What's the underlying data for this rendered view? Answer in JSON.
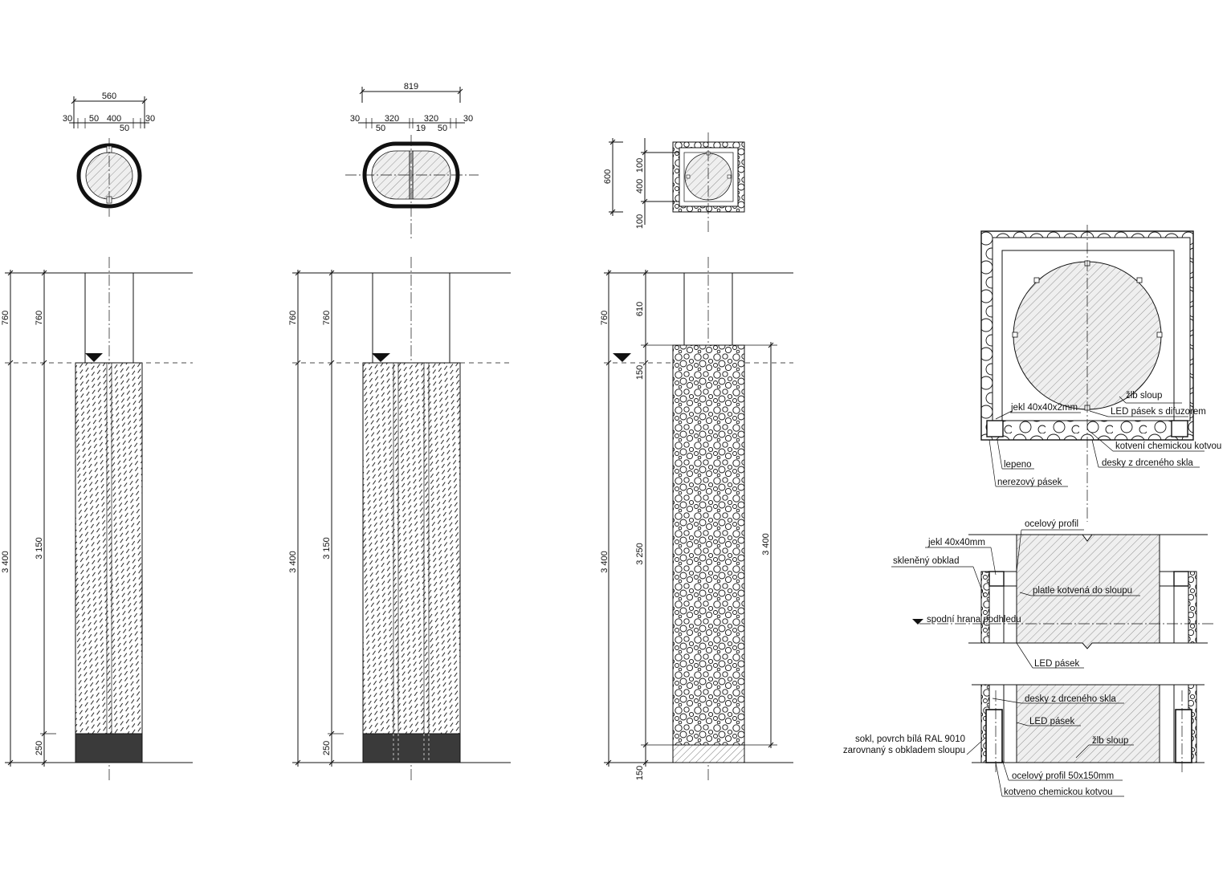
{
  "colors": {
    "line": "#111111",
    "plinth": "#3a3a3a",
    "hatch_bg": "#efefef",
    "background": "#ffffff"
  },
  "column1": {
    "plan_dims": {
      "overall": "560",
      "left_outer": "30",
      "left_gap": "50",
      "core": "400",
      "right_gap": "50",
      "right_outer": "30"
    },
    "elev_dims": {
      "top": "760",
      "total": "3 400",
      "cladding": "3 150",
      "plinth": "250"
    }
  },
  "column2": {
    "plan_dims": {
      "overall": "819",
      "left_outer": "30",
      "left_gap": "50",
      "left_half": "320",
      "joint": "19",
      "right_half": "320",
      "right_gap": "50",
      "right_outer": "30"
    },
    "elev_dims": {
      "top": "760",
      "total": "3 400",
      "cladding": "3 150",
      "plinth": "250"
    }
  },
  "column3": {
    "plan_dims": {
      "overall": "600",
      "top": "100",
      "core": "400",
      "bottom": "100"
    },
    "elev_dims": {
      "top": "760",
      "top_inner": "610",
      "step": "150",
      "total": "3 400",
      "cladding": "3 250",
      "base": "150",
      "right_total": "3 400"
    }
  },
  "detail_plan": {
    "labels": {
      "zlb_sloup": "žlb sloup",
      "jekl": "jekl 40x40x2mm",
      "led_difuzor": "LED pásek s difuzorem",
      "kotveni": "kotvení chemickou kotvou",
      "lepeno": "lepeno",
      "desky": "desky z drceného skla",
      "nerezovy": "nerezový pásek"
    }
  },
  "detail_top": {
    "labels": {
      "ocelovy_profil": "ocelový profil",
      "jekl": "jekl 40x40mm",
      "skleneny": "skleněný obklad",
      "platle": "platle kotvená do sloupu",
      "spodni_hrana": "spodní hrana podhledu",
      "led_pasek": "LED pásek"
    }
  },
  "detail_base": {
    "labels": {
      "desky": "desky z drceného skla",
      "led_pasek": "LED pásek",
      "sokl_1": "sokl, povrch bílá RAL 9010",
      "sokl_2": "zarovnaný s obkladem sloupu",
      "zlb_sloup": "žlb sloup",
      "ocelovy_profil": "ocelový profil 50x150mm",
      "kotveno": "kotveno chemickou kotvou"
    }
  }
}
